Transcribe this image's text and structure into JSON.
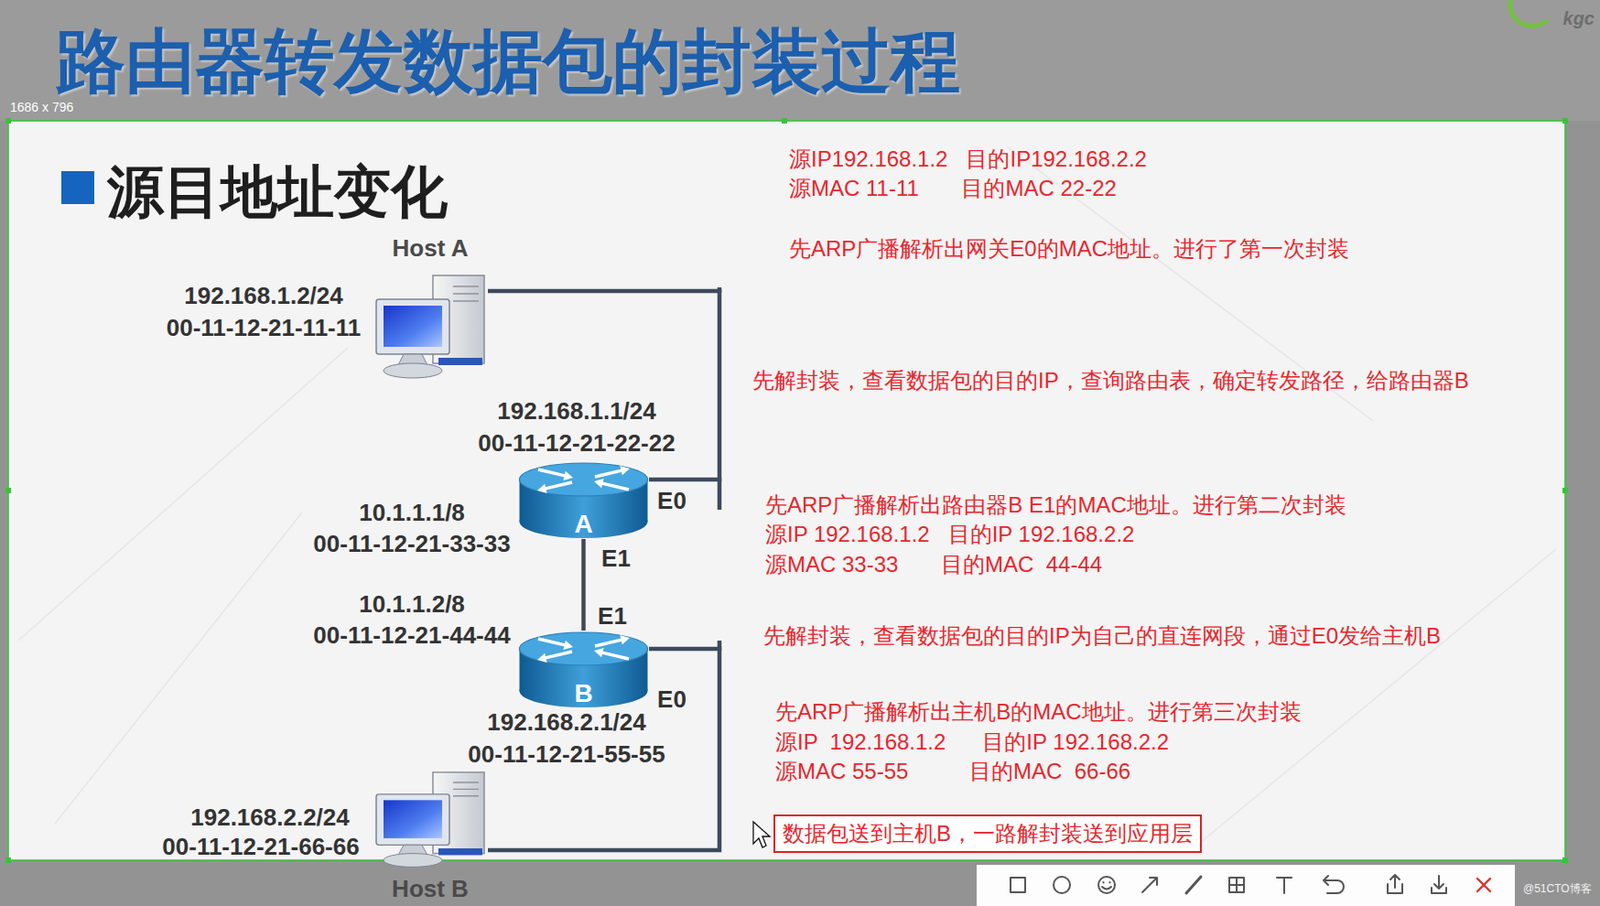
{
  "diagram": {
    "title": "路由器转发数据包的封装过程",
    "nodes": [
      {
        "text": [
          "Host A"
        ]
      },
      {
        "text": [
          "A"
        ]
      },
      {
        "text": [
          "B"
        ]
      },
      {
        "text": [
          "Host B"
        ]
      },
      {
        "text": [
          "数据包送到主机B，一路解封装送到应用层"
        ]
      }
    ],
    "edges": [
      {
        "from": 0,
        "to": 1,
        "arrow": "none"
      },
      {
        "from": 1,
        "to": 2,
        "arrow": "none"
      },
      {
        "from": 2,
        "to": 3,
        "arrow": "none"
      }
    ],
    "labels": [
      "1686 x 796",
      "源目地址变化",
      "192.168.1.2/24",
      "00-11-12-21-11-11",
      "192.168.1.1/24",
      "00-11-12-21-22-22",
      "E0",
      "10.1.1.1/8",
      "00-11-12-21-33-33",
      "E1",
      "10.1.1.2/8",
      "00-11-12-21-44-44",
      "E1",
      "E0",
      "192.168.2.1/24",
      "00-11-12-21-55-55",
      "192.168.2.2/24",
      "00-11-12-21-66-66",
      "源IP192.168.1.2   目的IP192.168.2.2",
      "源MAC 11-11       目的MAC 22-22",
      "先ARP广播解析出网关E0的MAC地址。进行了第一次封装",
      "先解封装，查看数据包的目的IP，查询路由表，确定转发路径，给路由器B",
      "先ARP广播解析出路由器B E1的MAC地址。进行第二次封装",
      "源IP 192.168.1.2   目的IP 192.168.2.2",
      "源MAC 33-33       目的MAC  44-44",
      "先解封装，查看数据包的目的IP为自己的直连网段，通过E0发给主机B",
      "先ARP广播解析出主机B的MAC地址。进行第三次封装",
      "源IP  192.168.1.2      目的IP 192.168.2.2",
      "源MAC 55-55          目的MAC  66-66",
      "kgc",
      "@51CTO博客"
    ]
  }
}
